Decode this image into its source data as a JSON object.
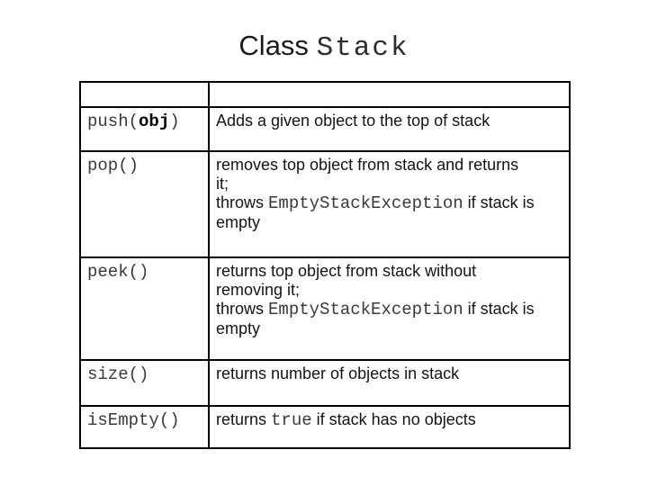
{
  "slide_title": {
    "text_sans": "Class",
    "text_code": "Stack"
  },
  "table": {
    "rows": [
      {
        "name": "header",
        "method": [],
        "description": []
      },
      {
        "name": "push",
        "method": [
          {
            "t": "push(",
            "f": "mono"
          },
          {
            "t": "obj",
            "f": "boldmono"
          },
          {
            "t": ")",
            "f": "mono"
          }
        ],
        "description": [
          {
            "t": "Adds a given object to the top of stack",
            "f": "sans"
          }
        ]
      },
      {
        "name": "pop",
        "method": [
          {
            "t": "pop()",
            "f": "mono"
          }
        ],
        "description": [
          {
            "t": "removes top object from stack and returns\nit;\nthrows ",
            "f": "sans"
          },
          {
            "t": "EmptyStackException",
            "f": "mono"
          },
          {
            "t": " if stack is\nempty",
            "f": "sans"
          }
        ]
      },
      {
        "name": "peek",
        "method": [
          {
            "t": "peek()",
            "f": "mono"
          }
        ],
        "description": [
          {
            "t": "returns top object from stack without\nremoving it;\nthrows ",
            "f": "sans"
          },
          {
            "t": "EmptyStackException",
            "f": "mono"
          },
          {
            "t": " if stack is\nempty",
            "f": "sans"
          }
        ]
      },
      {
        "name": "size",
        "method": [
          {
            "t": "size()",
            "f": "mono"
          }
        ],
        "description": [
          {
            "t": "returns number of objects in stack",
            "f": "sans"
          }
        ]
      },
      {
        "name": "isEmpty",
        "method": [
          {
            "t": "isEmpty()",
            "f": "mono"
          }
        ],
        "description": [
          {
            "t": "returns ",
            "f": "sans"
          },
          {
            "t": "true",
            "f": "mono"
          },
          {
            "t": " if stack has no objects",
            "f": "sans"
          }
        ]
      }
    ]
  },
  "colors": {
    "background": "#ffffff",
    "border": "#000000",
    "text": "#141414",
    "code_text": "#3a3a3a",
    "title_text": "#1a1a1a"
  }
}
